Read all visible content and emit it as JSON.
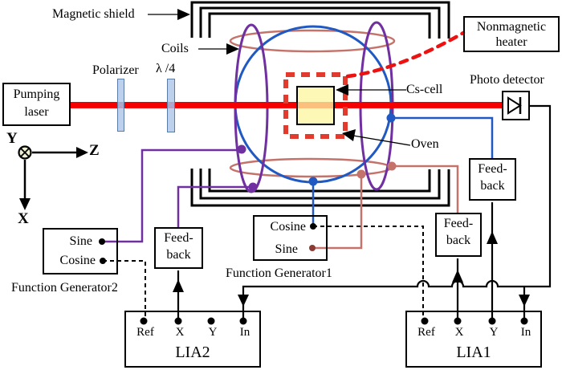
{
  "labels": {
    "magnetic_shield": "Magnetic shield",
    "coils": "Coils",
    "polarizer": "Polarizer",
    "quarter_wave": "λ /4",
    "pumping_laser_1": "Pumping",
    "pumping_laser_2": "laser",
    "nonmagnetic_heater_1": "Nonmagnetic",
    "nonmagnetic_heater_2": "heater",
    "cs_cell": "Cs-cell",
    "oven": "Oven",
    "photo_detector": "Photo detector",
    "function_generator2": "Function Generator2",
    "function_generator1": "Function Generator1",
    "axis_y": "Y",
    "axis_z": "Z",
    "axis_x": "X"
  },
  "feedback": {
    "line1": "Feed-",
    "line2": "back"
  },
  "fg2": {
    "sine": "Sine",
    "cosine": "Cosine"
  },
  "fg1": {
    "cosine": "Cosine",
    "sine": "Sine"
  },
  "lia2": {
    "title": "LIA2",
    "ports": [
      "Ref",
      "X",
      "Y",
      "In"
    ]
  },
  "lia1": {
    "title": "LIA1",
    "ports": [
      "Ref",
      "X",
      "Y",
      "In"
    ]
  },
  "colors": {
    "laser_beam": "#f40000",
    "oven_dashed": "#e23b2e",
    "heater_dashed": "#ee1111",
    "coil_purple": "#7030a0",
    "coil_blue": "#2059c2",
    "coil_salmon": "#c4736b",
    "cs_cell_fill": "#fdf3ad",
    "optic_fill": "#adc5e7",
    "wire_black": "#000000"
  }
}
